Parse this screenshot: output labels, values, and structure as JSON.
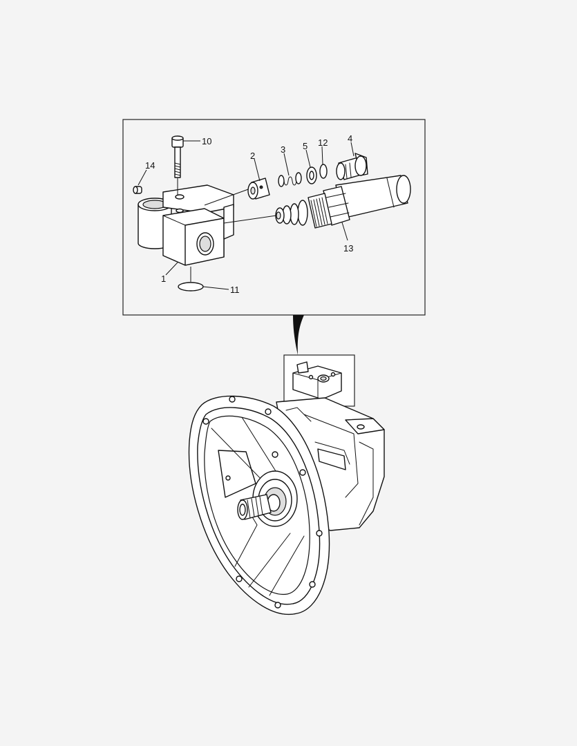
{
  "diagram": {
    "callouts": [
      {
        "id": "c10",
        "label": "10"
      },
      {
        "id": "c14",
        "label": "14"
      },
      {
        "id": "c2",
        "label": "2"
      },
      {
        "id": "c3",
        "label": "3"
      },
      {
        "id": "c5",
        "label": "5"
      },
      {
        "id": "c12",
        "label": "12"
      },
      {
        "id": "c4",
        "label": "4"
      },
      {
        "id": "c13",
        "label": "13"
      },
      {
        "id": "c1",
        "label": "1"
      },
      {
        "id": "c11",
        "label": "11"
      }
    ],
    "colors": {
      "background": "#f4f4f4",
      "line": "#111111",
      "part_fill": "#ffffff"
    }
  }
}
